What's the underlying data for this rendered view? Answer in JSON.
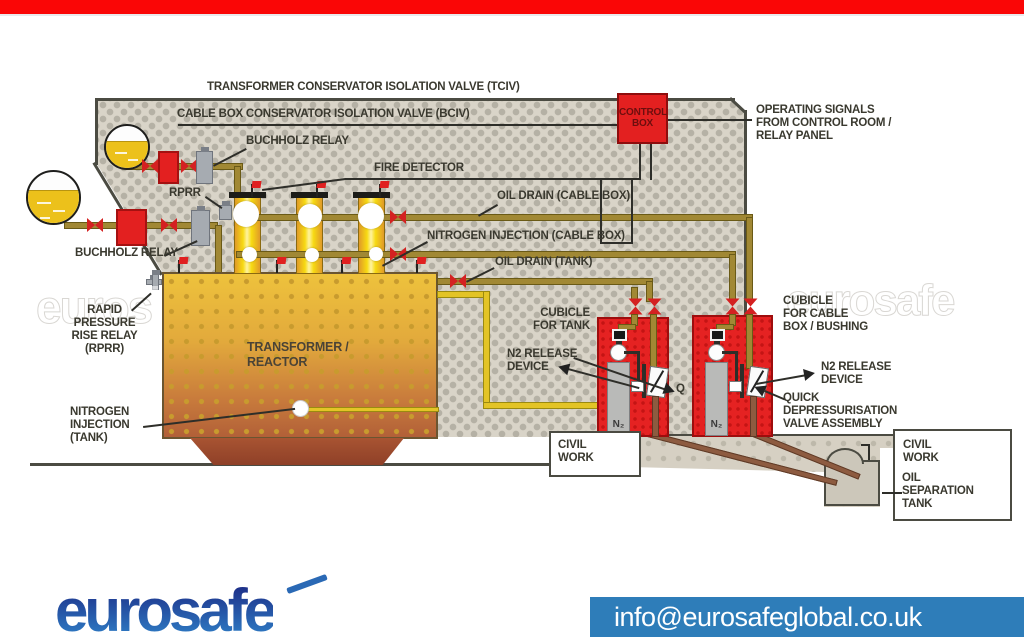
{
  "header": {
    "top_bar_color": "#fa0606"
  },
  "diagram": {
    "labels": {
      "tciv": "TRANSFORMER CONSERVATOR ISOLATION VALVE (TCIV)",
      "bciv": "CABLE BOX CONSERVATOR ISOLATION VALVE (BCIV)",
      "buchholz_relay_top": "BUCHHOLZ RELAY",
      "fire_detector": "FIRE DETECTOR",
      "rprr": "RPRR",
      "oil_drain_cable_box": "OIL DRAIN (CABLE BOX)",
      "nitrogen_injection_cable_box": "NITROGEN INJECTION (CABLE BOX)",
      "oil_drain_tank": "OIL DRAIN (TANK)",
      "buchholz_relay_bottom": "BUCHHOLZ RELAY",
      "rapid_pressure_rise_relay": "RAPID\nPRESSURE\nRISE RELAY\n(RPRR)",
      "nitrogen_injection_tank": "NITROGEN\nINJECTION\n(TANK)",
      "transformer": "TRANSFORMER /\nREACTOR",
      "operating_signals": "OPERATING SIGNALS\nFROM CONTROL ROOM /\nRELAY PANEL",
      "cubicle_for_tank": "CUBICLE\nFOR TANK",
      "n2_release_device_left": "N2 RELEASE\nDEVICE",
      "q": "Q",
      "cubicle_for_cable_box": "CUBICLE\nFOR CABLE\nBOX / BUSHING",
      "n2_release_device_right": "N2 RELEASE\nDEVICE",
      "quick_depressurisation": "QUICK\nDEPRESSURISATION\nVALVE ASSEMBLY",
      "civil_work_left": "CIVIL\nWORK",
      "civil_work_right": "CIVIL\nWORK",
      "oil_separation_tank": "OIL\nSEPARATION\nTANK"
    },
    "components": {
      "control_box": "CONTROL\nBOX",
      "n2_cylinder_left": "N₂",
      "n2_cylinder_right": "N₂"
    },
    "colors": {
      "top_bar_red": "#fa0606",
      "wall_fill": "#d9d4c8",
      "cubicle_red": "#e52222",
      "pipe_olive": "#a18834",
      "pipe_yellow": "#e3c426",
      "pipe_brown": "#8d5b40",
      "email_bar_blue": "#2e7db9",
      "logo_blue": "#2a69b5"
    }
  },
  "watermark": {
    "left": "euros",
    "right": "eurosafe"
  },
  "footer": {
    "logo": "eurosafe",
    "email": "info@eurosafeglobal.co.uk"
  }
}
